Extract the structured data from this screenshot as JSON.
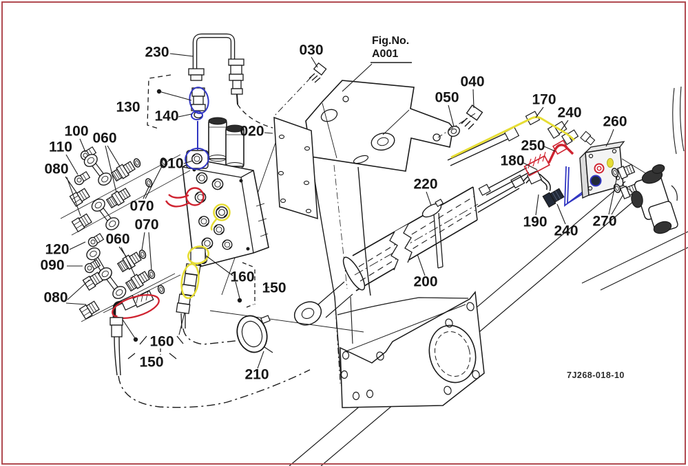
{
  "figure": {
    "fig_no_label": "Fig.No.",
    "fig_no_value": "A001",
    "drawing_code": "7J268-018-10"
  },
  "part_labels": {
    "p230": "230",
    "p030": "030",
    "p130": "130",
    "p140": "140",
    "p020": "020",
    "p100": "100",
    "p110": "110",
    "p060a": "060",
    "p080a": "080",
    "p010": "010",
    "p070a": "070",
    "p070b": "070",
    "p120": "120",
    "p090": "090",
    "p060b": "060",
    "p080b": "080",
    "p160a": "160",
    "p150a": "150",
    "p160b": "160",
    "p150b": "150",
    "p210": "210",
    "p200": "200",
    "p220": "220",
    "p050": "050",
    "p040": "040",
    "p170": "170",
    "p240a": "240",
    "p260": "260",
    "p250": "250",
    "p180": "180",
    "p190": "190",
    "p240b": "240",
    "p270": "270"
  },
  "colors": {
    "line": "#1a1a1a",
    "frame_border": "#b04a50",
    "highlight_red": "#cf2330",
    "highlight_yellow": "#e6dd35",
    "highlight_blue": "#3136c2",
    "canvas": "#ffffff"
  }
}
